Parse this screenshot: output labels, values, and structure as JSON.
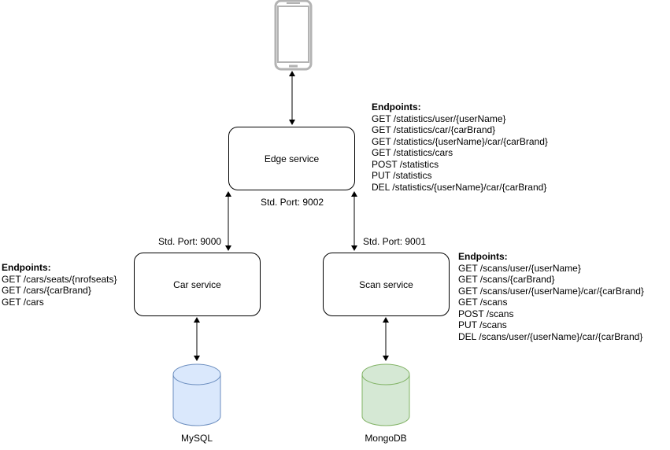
{
  "edge": {
    "name": "Edge service",
    "port": "Std. Port: 9002",
    "endpoints_title": "Endpoints:",
    "endpoints": [
      "GET /statistics/user/{userName}",
      "GET /statistics/car/{carBrand}",
      "GET /statistics/{userName}/car/{carBrand}",
      "GET /statistics/cars",
      "POST /statistics",
      "PUT /statistics",
      "DEL /statistics/{userName}/car/{carBrand}"
    ]
  },
  "car": {
    "name": "Car service",
    "port": "Std. Port: 9000",
    "endpoints_title": "Endpoints:",
    "endpoints": [
      "GET /cars/seats/{nrofseats}",
      "GET /cars/{carBrand}",
      "GET /cars"
    ]
  },
  "scan": {
    "name": "Scan service",
    "port": "Std. Port: 9001",
    "endpoints_title": "Endpoints:",
    "endpoints": [
      "GET /scans/user/{userName}",
      "GET /scans/{carBrand}",
      "GET /scans/user/{userName}/car/{carBrand}",
      "GET /scans",
      "POST /scans",
      "PUT /scans",
      "DEL /scans/user/{userName}/car/{carBrand}"
    ]
  },
  "databases": {
    "mysql": {
      "name": "MySQL",
      "fill": "#dae8fc",
      "stroke": "#6c8ebf"
    },
    "mongodb": {
      "name": "MongoDB",
      "fill": "#d5e8d4",
      "stroke": "#82b366"
    }
  },
  "colors": {
    "phone": "#b3b3b3"
  },
  "icons": {
    "client": "smartphone-icon"
  }
}
